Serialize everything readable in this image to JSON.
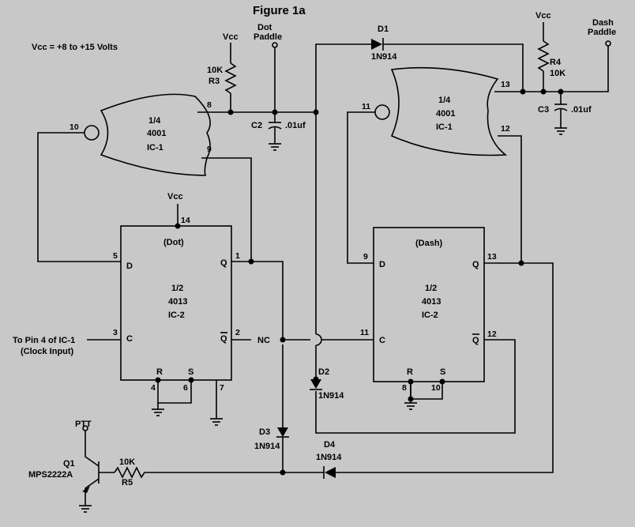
{
  "figure": {
    "title": "Figure 1a",
    "vcc_note": "Vcc = +8 to +15 Volts"
  },
  "labels": {
    "vcc": "Vcc",
    "dot_paddle_1": "Dot",
    "dot_paddle_2": "Paddle",
    "dash_paddle_1": "Dash",
    "dash_paddle_2": "Paddle",
    "r3_value": "10K",
    "r3_name": "R3",
    "r4_name": "R4",
    "r4_value": "10K",
    "c2": "C2",
    "c2_value": ".01uf",
    "c3": "C3",
    "c3_value": ".01uf",
    "d1": "D1",
    "d1_part": "1N914",
    "d2": "D2",
    "d2_part": "1N914",
    "d3": "D3",
    "d3_part": "1N914",
    "d4": "D4",
    "d4_part": "1N914",
    "gate_frac": "1/4",
    "gate_part": "4001",
    "gate_ic": "IC-1",
    "ff_frac": "1/2",
    "ff_part": "4013",
    "ff_ic": "IC-2",
    "dot_label": "(Dot)",
    "dash_label": "(Dash)",
    "nc": "NC",
    "clock_note_1": "To Pin 4 of IC-1",
    "clock_note_2": "(Clock Input)",
    "ptt": "PTT",
    "q1": "Q1",
    "q1_part": "MPS2222A",
    "r5_value": "10K",
    "r5_name": "R5",
    "pin_d": "D",
    "pin_c": "C",
    "pin_q": "Q",
    "pin_qbar": "Q",
    "pin_r": "R",
    "pin_s": "S"
  },
  "pins": {
    "g1_out": "10",
    "g1_in_a": "8",
    "g1_in_b": "9",
    "g2_out": "11",
    "g2_in_a": "13",
    "g2_in_b": "12",
    "ff1_vdd": "14",
    "ff1_d": "5",
    "ff1_c": "3",
    "ff1_q": "1",
    "ff1_qbar": "2",
    "ff1_r": "4",
    "ff1_s": "6",
    "ff1_vss": "7",
    "ff2_d": "9",
    "ff2_c": "11",
    "ff2_q": "13",
    "ff2_qbar": "12",
    "ff2_r": "8",
    "ff2_s": "10"
  }
}
